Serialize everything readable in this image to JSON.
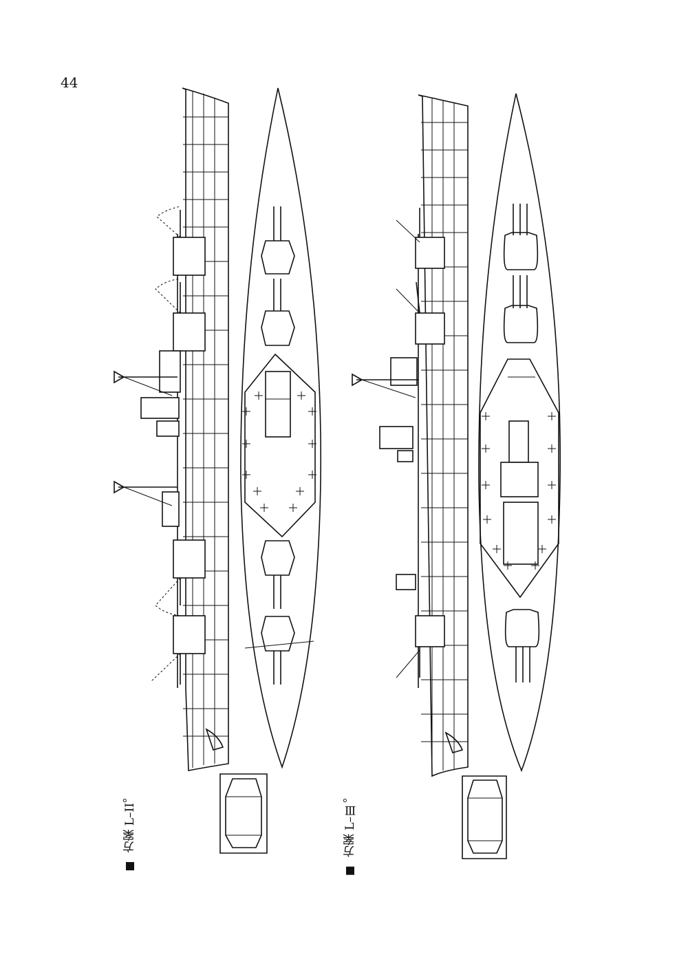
{
  "page": {
    "number": "44"
  },
  "plates": [
    {
      "caption": "方案 L–II。"
    },
    {
      "caption": "方案 L–Ⅲ。"
    }
  ]
}
